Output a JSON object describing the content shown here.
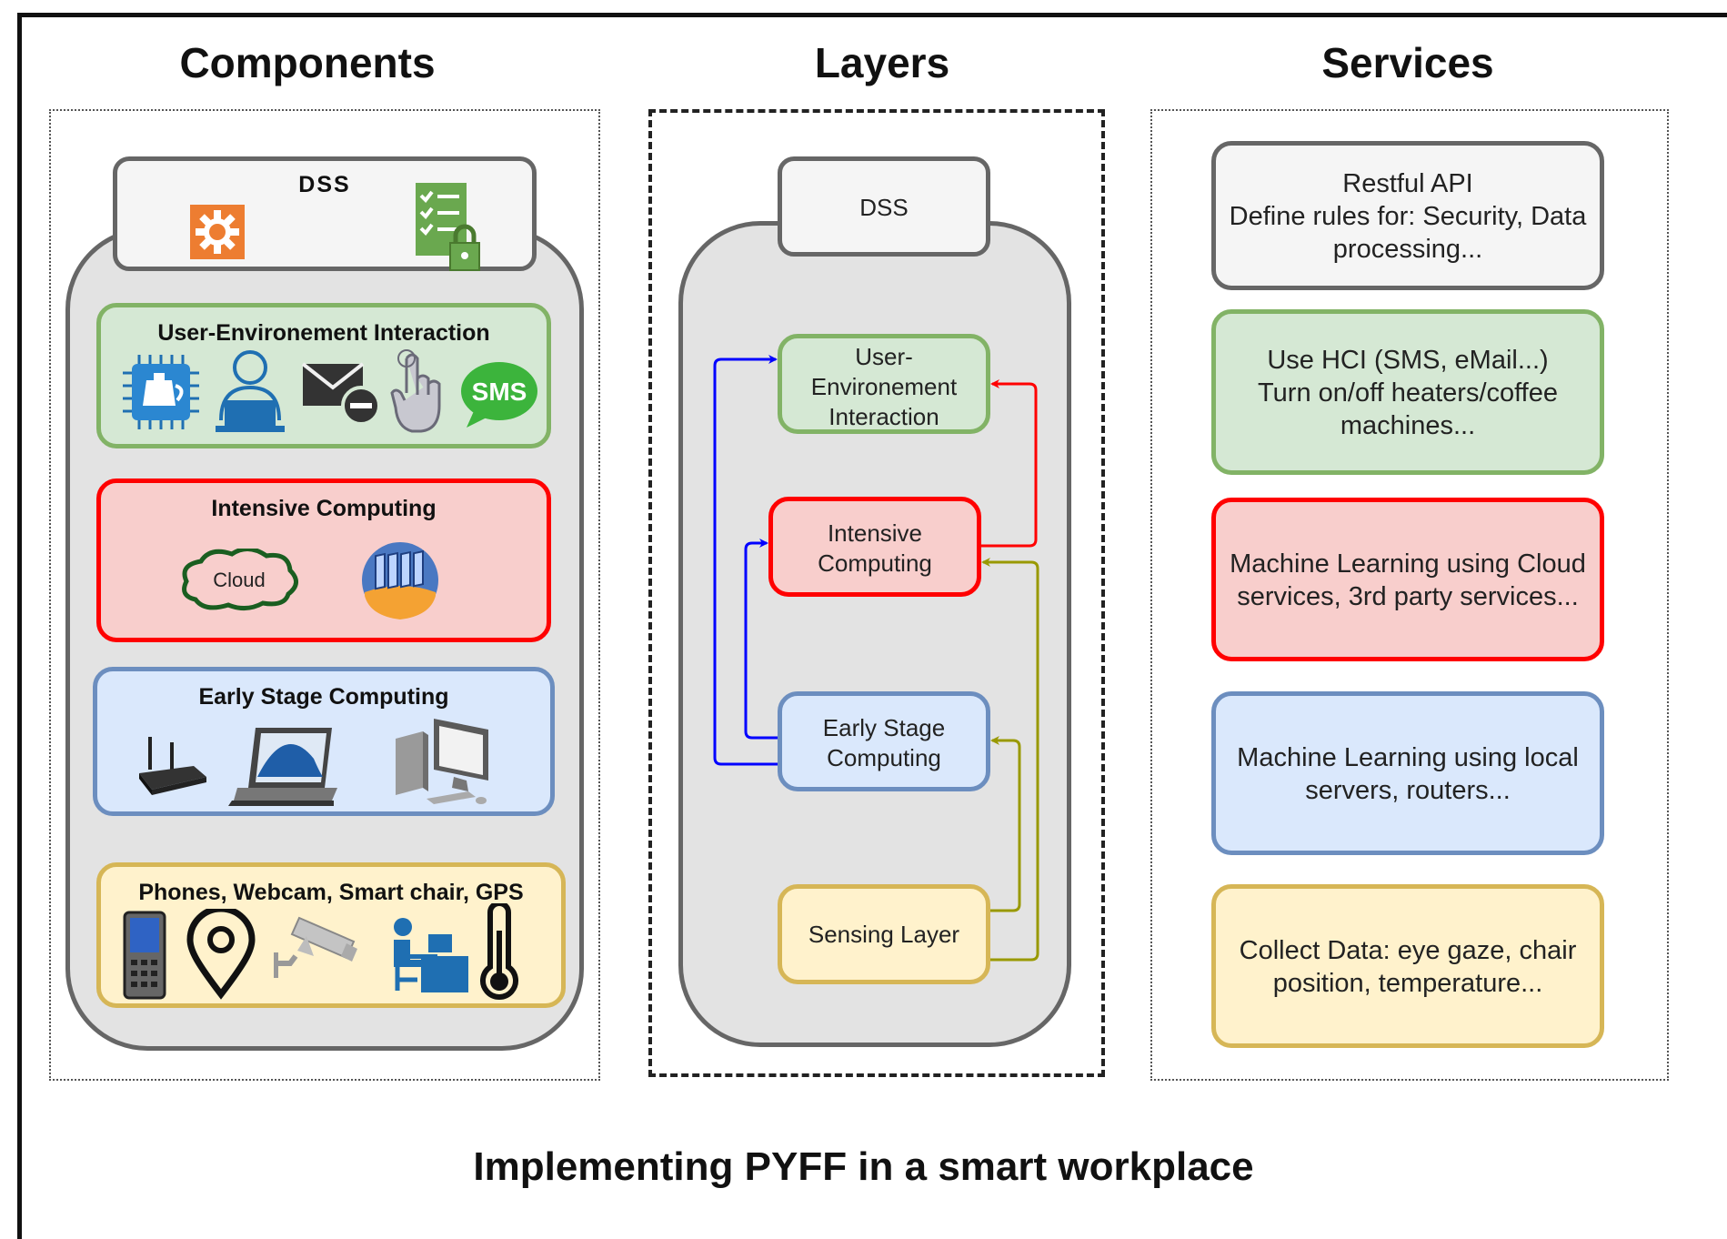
{
  "columns": {
    "components": "Components",
    "layers": "Layers",
    "services": "Services"
  },
  "components": {
    "dss": "DSS",
    "user_env": "User-Environement Interaction",
    "intensive": "Intensive Computing",
    "cloud_label": "Cloud",
    "early": "Early Stage Computing",
    "sensing": "Phones, Webcam, Smart chair, GPS",
    "icons": {
      "dss": [
        "rest-api-gear-icon",
        "checklist-lock-icon"
      ],
      "user_env": [
        "smart-kettle-chip-icon",
        "user-laptop-icon",
        "email-minus-icon",
        "touch-hand-icon",
        "sms-bubble-icon"
      ],
      "intensive": [
        "cloud-icon",
        "server-cluster-icon"
      ],
      "early": [
        "router-icon",
        "laptop-icon",
        "desktop-computer-icon"
      ],
      "sensing": [
        "mobile-phone-icon",
        "gps-pin-icon",
        "webcam-icon",
        "person-at-desk-icon",
        "thermometer-icon"
      ]
    }
  },
  "layers": {
    "dss": "DSS",
    "user_env": [
      "User-",
      "Environement",
      "Interaction"
    ],
    "intensive": [
      "Intensive",
      "Computing"
    ],
    "early": [
      "Early Stage",
      "Computing"
    ],
    "sensing": "Sensing Layer"
  },
  "services": {
    "dss": [
      "Restful API",
      "Define rules for: Security, Data",
      "processing..."
    ],
    "user_env": [
      "Use HCI (SMS, eMail...)",
      "Turn on/off heaters/coffee",
      "machines..."
    ],
    "intensive": [
      "Machine Learning using Cloud",
      "services, 3rd party services..."
    ],
    "early": [
      "Machine Learning using local",
      "servers, routers..."
    ],
    "sensing": [
      "Collect Data: eye gaze, chair",
      "position, temperature..."
    ]
  },
  "caption": "Implementing PYFF in a smart workplace",
  "colors": {
    "green_fill": "#d5e8d4",
    "green_stroke": "#82b366",
    "red_fill": "#f8cecc",
    "red_stroke": "#ff0000",
    "blue_fill": "#dae8fc",
    "blue_stroke": "#6c8ebf",
    "yellow_fill": "#fff2cc",
    "yellow_stroke": "#d6b656",
    "grey_fill": "#f5f5f5",
    "grey_stroke": "#666666",
    "arrow_blue": "#0000ff",
    "arrow_red": "#ff0000",
    "arrow_olive": "#999900"
  }
}
